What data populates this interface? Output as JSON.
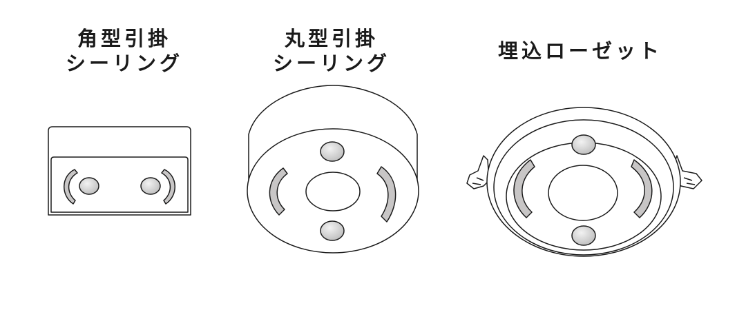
{
  "items": [
    {
      "id": "square",
      "line1": "角型引掛",
      "line2": "シーリング"
    },
    {
      "id": "round",
      "line1": "丸型引掛",
      "line2": "シーリング"
    },
    {
      "id": "flush",
      "line1": "埋込ローゼット",
      "line2": ""
    }
  ],
  "colors": {
    "stroke": "#1a1a1a",
    "fill": "#ffffff",
    "terminal": "#c8c6c6",
    "pin": "#d2d2d2"
  }
}
